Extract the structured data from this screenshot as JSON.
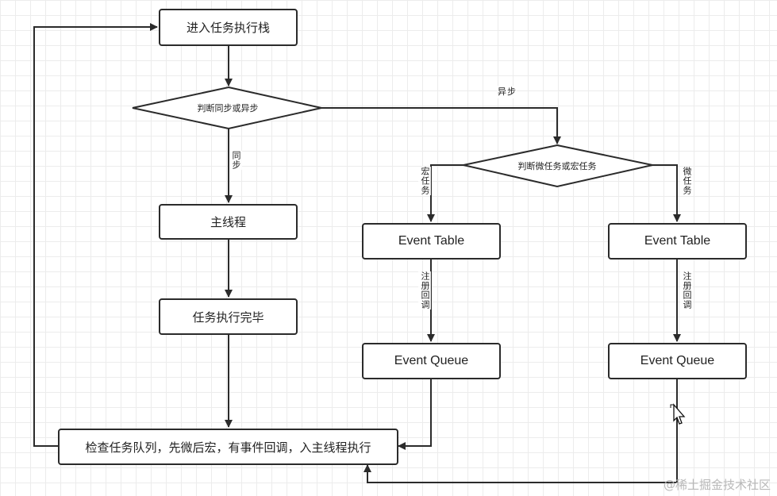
{
  "nodes": {
    "enter_stack": "进入任务执行栈",
    "judge_sync_async": "判断同步或异步",
    "main_thread": "主线程",
    "task_done": "任务执行完毕",
    "judge_micro_macro": "判断微任务或宏任务",
    "event_table_macro": "Event Table",
    "event_table_micro": "Event Table",
    "event_queue_macro": "Event Queue",
    "event_queue_micro": "Event Queue",
    "check_queue": "检查任务队列，先微后宏，有事件回调，入主线程执行"
  },
  "edges": {
    "sync": "同步",
    "async": "异步",
    "macro": "宏任务",
    "micro": "微任务",
    "register_macro": "注册回调",
    "register_micro": "注册回调"
  },
  "watermark": "@稀土掘金技术社区",
  "colors": {
    "line": "#2b2b2b",
    "box_border": "#2b2b2b",
    "grid": "#ececec"
  }
}
